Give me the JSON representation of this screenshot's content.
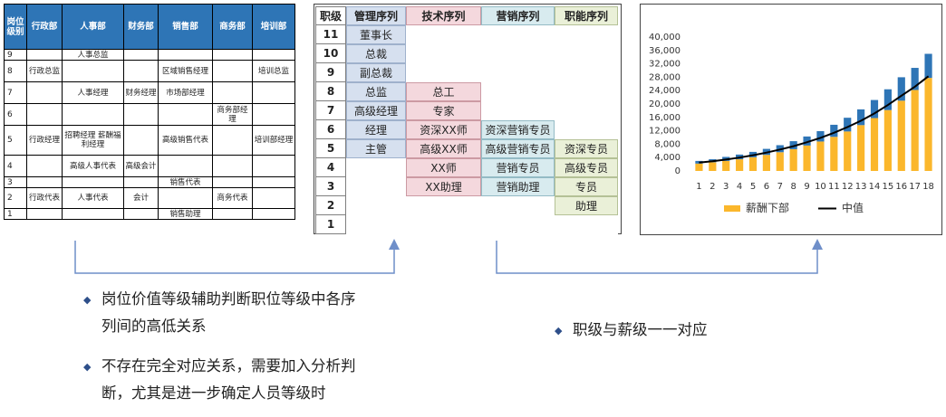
{
  "table1": {
    "headers": [
      "岗位级别",
      "行政部",
      "人事部",
      "财务部",
      "销售部",
      "商务部",
      "培训部"
    ],
    "rows": [
      {
        "level": "9",
        "cells": [
          "",
          "人事总监",
          "",
          "",
          "",
          ""
        ]
      },
      {
        "level": "8",
        "cells": [
          "行政总监",
          "",
          "",
          "区域销售经理",
          "",
          "培训总监"
        ]
      },
      {
        "level": "7",
        "cells": [
          "",
          "人事经理",
          "财务经理",
          "市场部经理",
          "",
          ""
        ]
      },
      {
        "level": "6",
        "cells": [
          "",
          "",
          "",
          "",
          "商务部经理",
          ""
        ]
      },
      {
        "level": "5",
        "cells": [
          "行政经理",
          "招聘经理 薪酬福利经理",
          "",
          "高级销售代表",
          "",
          "培训部经理"
        ]
      },
      {
        "level": "4",
        "cells": [
          "",
          "高级人事代表",
          "高级会计",
          "",
          "",
          ""
        ]
      },
      {
        "level": "3",
        "cells": [
          "",
          "",
          "",
          "销售代表",
          "",
          ""
        ]
      },
      {
        "level": "2",
        "cells": [
          "行政代表",
          "人事代表",
          "会计",
          "",
          "商务代表",
          ""
        ]
      },
      {
        "level": "1",
        "cells": [
          "",
          "",
          "",
          "销售助理",
          "",
          ""
        ]
      }
    ]
  },
  "table2": {
    "headers": [
      "职级",
      "管理序列",
      "技术序列",
      "营销序列",
      "职能序列"
    ],
    "levels": [
      "11",
      "10",
      "9",
      "8",
      "7",
      "6",
      "5",
      "4",
      "3",
      "2",
      "1"
    ],
    "management": [
      "董事长",
      "总裁",
      "副总裁",
      "总监",
      "高级经理",
      "经理",
      "主管"
    ],
    "technical": [
      "总工",
      "专家",
      "资深XX师",
      "高级XX师",
      "XX师",
      "XX助理"
    ],
    "marketing": [
      "资深营销专员",
      "高级营销专员",
      "营销专员",
      "营销助理"
    ],
    "functional": [
      "资深专员",
      "高级专员",
      "专员",
      "助理"
    ]
  },
  "chart_data": {
    "type": "bar",
    "categories": [
      "1",
      "2",
      "3",
      "4",
      "5",
      "6",
      "7",
      "8",
      "9",
      "10",
      "11",
      "12",
      "13",
      "14",
      "15",
      "16",
      "17",
      "18"
    ],
    "series": [
      {
        "name": "薪酬下部",
        "values": [
          2200,
          2600,
          3000,
          3500,
          4100,
          4800,
          5600,
          6500,
          7600,
          8800,
          10200,
          11800,
          13700,
          15800,
          18200,
          21000,
          24200,
          27800
        ],
        "color": "#fbb72c"
      },
      {
        "name": "",
        "values": [
          3000,
          3500,
          4200,
          4900,
          5700,
          6600,
          7700,
          8900,
          10300,
          11900,
          13800,
          15900,
          18400,
          21200,
          24400,
          28000,
          30800,
          35000
        ],
        "color": "#2e75b6"
      },
      {
        "name": "中值",
        "values": [
          2500,
          2900,
          3400,
          4000,
          4700,
          5500,
          6400,
          7400,
          8600,
          9900,
          11400,
          13100,
          15000,
          17200,
          19700,
          22500,
          25200,
          28300
        ],
        "color": "#000000"
      }
    ],
    "yticks": [
      "40,000",
      "36,000",
      "32,000",
      "28,000",
      "24,000",
      "20,000",
      "16,000",
      "12,000",
      "8,000",
      "4,000",
      "0"
    ],
    "ylim": [
      0,
      40000
    ],
    "legend": [
      "薪酬下部",
      "中值"
    ]
  },
  "bullets": {
    "b1_line1": "岗位价值等级辅助判断职位等级中各序",
    "b1_line2": "列间的高低关系",
    "b2_line1": "不存在完全对应关系，需要加入分析判",
    "b2_line2": "断，尤其是进一步确定人员等级时",
    "b3": "职级与薪级一一对应"
  },
  "icons": {
    "bullet": "diamond-icon"
  },
  "colors": {
    "header_blue": "#2e75b6",
    "connector_blue": "#6f8fc9"
  }
}
